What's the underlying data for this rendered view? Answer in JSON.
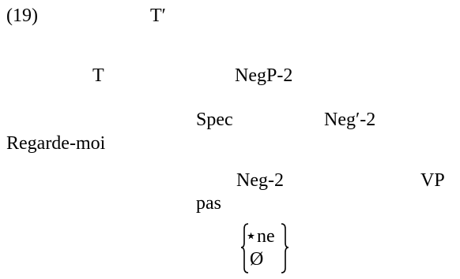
{
  "example": {
    "number": "(19)"
  },
  "tree": {
    "nodes": {
      "tbar": "T′",
      "t": "T",
      "negp2": "NegP-2",
      "spec": "Spec",
      "negbar2": "Neg′-2",
      "neg2": "Neg-2",
      "vp": "VP"
    },
    "lexical": {
      "spec_filler": "Regarde-moi",
      "neg2_filler": "pas"
    },
    "alternatives": [
      "⋆ne",
      "Ø"
    ]
  }
}
